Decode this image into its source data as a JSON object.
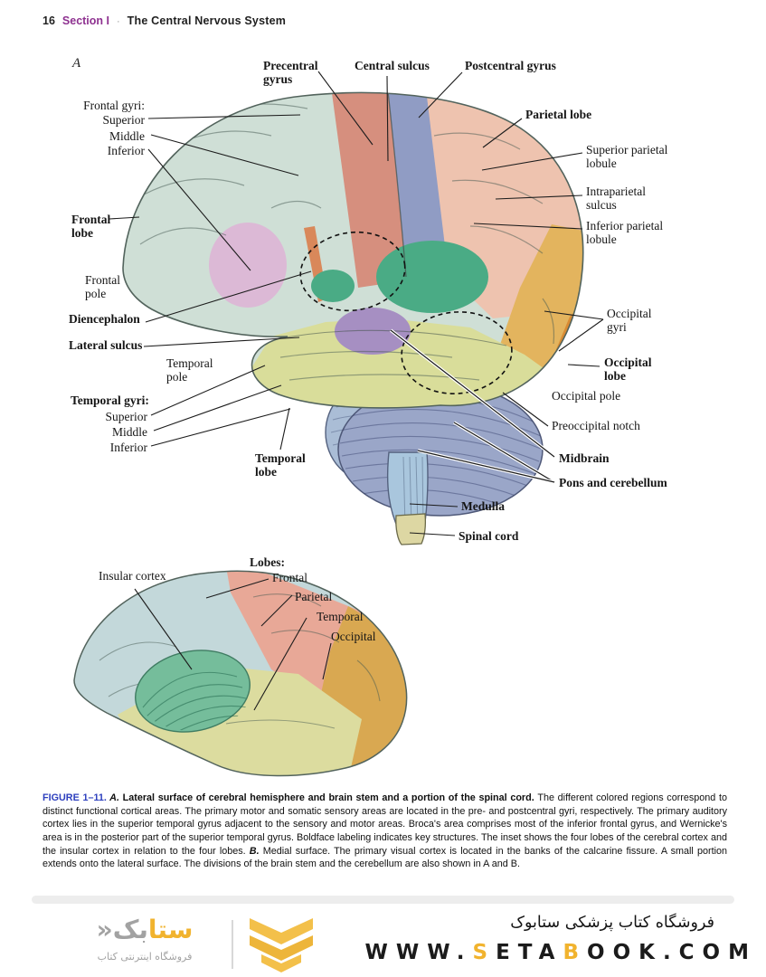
{
  "header": {
    "page_number": "16",
    "section": "Section I",
    "separator": "·",
    "title": "The Central Nervous System"
  },
  "figure_a": {
    "panel": "A",
    "labels": {
      "precentral_gyrus": "Precentral\ngyrus",
      "central_sulcus": "Central sulcus",
      "postcentral_gyrus": "Postcentral gyrus",
      "parietal_lobe": "Parietal lobe",
      "superior_parietal_lobule": "Superior parietal\nlobule",
      "intraparietal_sulcus": "Intraparietal\nsulcus",
      "inferior_parietal_lobule": "Inferior parietal\nlobule",
      "occipital_gyri": "Occipital\ngyri",
      "occipital_lobe": "Occipital\nlobe",
      "occipital_pole": "Occipital pole",
      "preoccipital_notch": "Preoccipital notch",
      "midbrain": "Midbrain",
      "pons_and_cerebellum": "Pons and cerebellum",
      "medulla": "Medulla",
      "spinal_cord": "Spinal cord",
      "frontal_gyri_heading": "Frontal gyri:",
      "frontal_gyri_superior": "Superior",
      "frontal_gyri_middle": "Middle",
      "frontal_gyri_inferior": "Inferior",
      "frontal_lobe": "Frontal\nlobe",
      "frontal_pole": "Frontal\npole",
      "diencephalon": "Diencephalon",
      "lateral_sulcus": "Lateral sulcus",
      "temporal_pole": "Temporal\npole",
      "temporal_gyri_heading": "Temporal gyri:",
      "temporal_gyri_superior": "Superior",
      "temporal_gyri_middle": "Middle",
      "temporal_gyri_inferior": "Inferior",
      "temporal_lobe": "Temporal\nlobe"
    }
  },
  "figure_b": {
    "labels": {
      "lobes_heading": "Lobes:",
      "frontal": "Frontal",
      "parietal": "Parietal",
      "temporal": "Temporal",
      "occipital": "Occipital",
      "insular_cortex": "Insular cortex"
    }
  },
  "caption": {
    "figure_label": "FIGURE 1–11.",
    "a_label": " A.",
    "intro_bold": " Lateral surface of cerebral hemisphere and brain stem and a portion of the spinal cord. ",
    "body_1": "The different colored regions correspond to distinct functional cortical areas. The primary motor and somatic sensory areas are located in the pre- and postcentral gyri, respectively. The primary auditory cortex lies in the superior temporal gyrus adjacent to the sensory and motor areas. Broca's area comprises most of the inferior frontal gyrus, and Wernicke's area is in the posterior part of the superior temporal gyrus. Boldface labeling indicates key structures. The inset shows the four lobes of the cerebral cortex and the insular cortex in relation to the four lobes. ",
    "b_label": "B.",
    "body_2": " Medial surface. The primary visual cortex is located in the banks of the calcarine fissure. A small portion extends onto the lateral surface. The divisions of the brain stem and the cerebellum are also shown in A and B."
  },
  "footer": {
    "logo_text_primary": "ستا",
    "logo_text_secondary": "بک",
    "logo_chevron": "«",
    "logo_subtitle": "فروشگاه اینترنتی کتاب",
    "store_title": "فروشگاه کتاب پزشکی ستابوک",
    "website_parts": [
      "WWW.",
      "S",
      "ETA",
      "B",
      "OOK.COM"
    ]
  },
  "colors": {
    "section_purple": "#8e3190",
    "figure_label_blue": "#2d3fbe",
    "brand_yellow": "#f1b32e",
    "brand_gray": "#a2a2a2",
    "region_frontal": "#cfdfd6",
    "region_precentral": "#d68f7e",
    "region_postcentral": "#909cc4",
    "region_parietal": "#eec3af",
    "region_occipital": "#e3b45e",
    "region_occipital_pole": "#d98b33",
    "region_temporal": "#d9dd9a",
    "region_auditory_green": "#4aab85",
    "region_auditory_purple": "#a68fc2",
    "region_inferior_frontal": "#dcb9d6",
    "region_cerebellum": "#9aa6c8",
    "region_pons": "#aabdd6",
    "region_medulla": "#a9c6dd",
    "region_spinal_cord": "#ddd7a3",
    "inset_frontal": "#c3d8da",
    "inset_parietal": "#e8a897",
    "inset_temporal": "#dcdc9f",
    "inset_occipital": "#d9a851",
    "inset_insula": "#75bd9b"
  }
}
